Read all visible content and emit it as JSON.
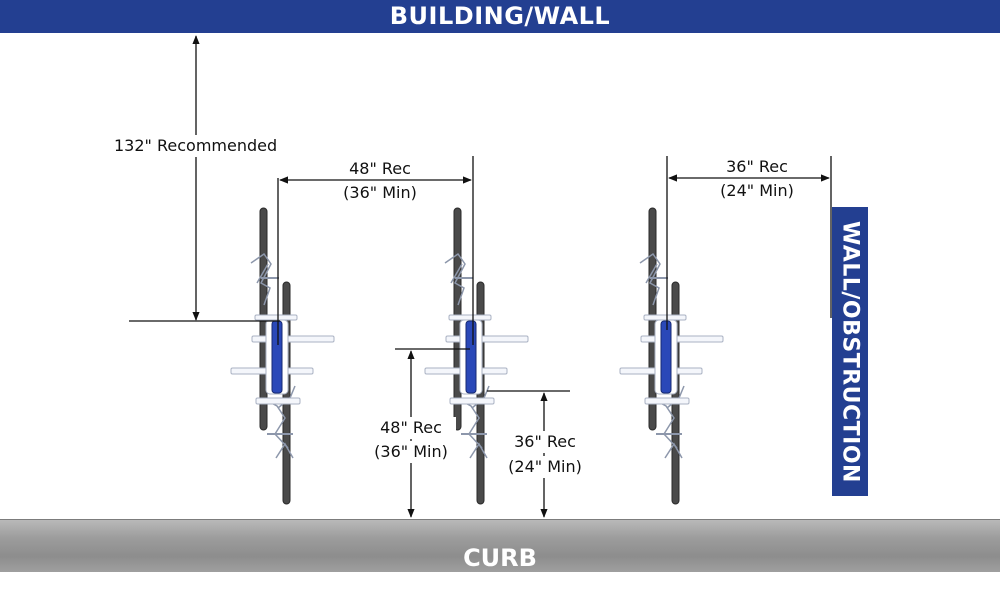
{
  "banners": {
    "top": "BUILDING/WALL",
    "bottom": "CURB",
    "side": "WALL/OBSTRUCTION"
  },
  "dimensions": {
    "recommended_from_wall": "132\" Recommended",
    "rack_spacing_rec": "48\" Rec",
    "rack_spacing_min": "(36\" Min)",
    "end_clearance_rec": "36\" Rec",
    "end_clearance_min": "(24\" Min)",
    "curb_clearance_rec": "48\" Rec",
    "curb_clearance_min": "(36\" Min)",
    "curb_bike_clearance_rec": "36\" Rec",
    "curb_bike_clearance_min": "(24\" Min)"
  },
  "colors": {
    "banner": "#233f91",
    "rack_post": "#2a48b8",
    "tire": "#4a4a4a",
    "curb": "#9c9c9c"
  },
  "racks": [
    {
      "name": "rack-unit-1"
    },
    {
      "name": "rack-unit-2"
    },
    {
      "name": "rack-unit-3"
    }
  ]
}
